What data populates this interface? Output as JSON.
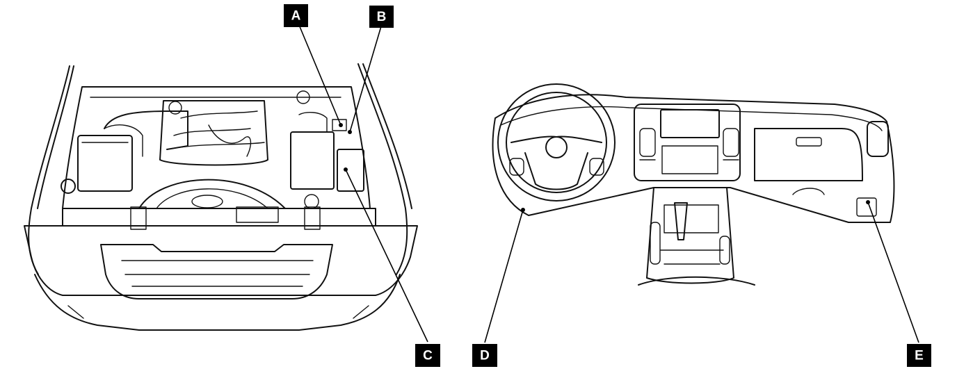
{
  "diagram": {
    "views": [
      "engine-compartment",
      "instrument-panel"
    ],
    "callouts": [
      {
        "id": "a",
        "label": "A",
        "target": "engine-compartment"
      },
      {
        "id": "b",
        "label": "B",
        "target": "engine-compartment"
      },
      {
        "id": "c",
        "label": "C",
        "target": "engine-compartment"
      },
      {
        "id": "d",
        "label": "D",
        "target": "instrument-panel"
      },
      {
        "id": "e",
        "label": "E",
        "target": "instrument-panel"
      }
    ]
  },
  "colors": {
    "line": "#111111",
    "callout_background": "#000000",
    "callout_text": "#ffffff",
    "background": "#ffffff"
  }
}
